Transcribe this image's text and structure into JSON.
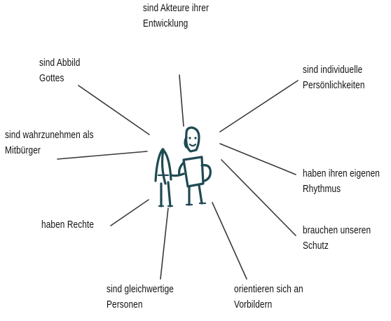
{
  "center": {
    "icon": "child-and-adult-drawing-icon"
  },
  "labels": {
    "top": [
      "sind Akteure ihrer",
      "Entwicklung"
    ],
    "upper_left": [
      "sind Abbild",
      "Gottes"
    ],
    "left": [
      "sind wahrzunehmen als",
      "Mitbürger"
    ],
    "lower_left": [
      "haben Rechte"
    ],
    "bottom_left": [
      "sind gleichwertige",
      "Personen"
    ],
    "bottom_right": [
      "orientieren sich an",
      "Vorbildern"
    ],
    "lower_right": [
      "brauchen unseren",
      "Schutz"
    ],
    "right": [
      "haben ihren eigenen",
      "Rhythmus"
    ],
    "upper_right": [
      "sind individuelle",
      "Persönlichkeiten"
    ]
  },
  "colors": {
    "text": "#111111",
    "line": "#3a3a3a",
    "figure": "#1f4a52"
  }
}
